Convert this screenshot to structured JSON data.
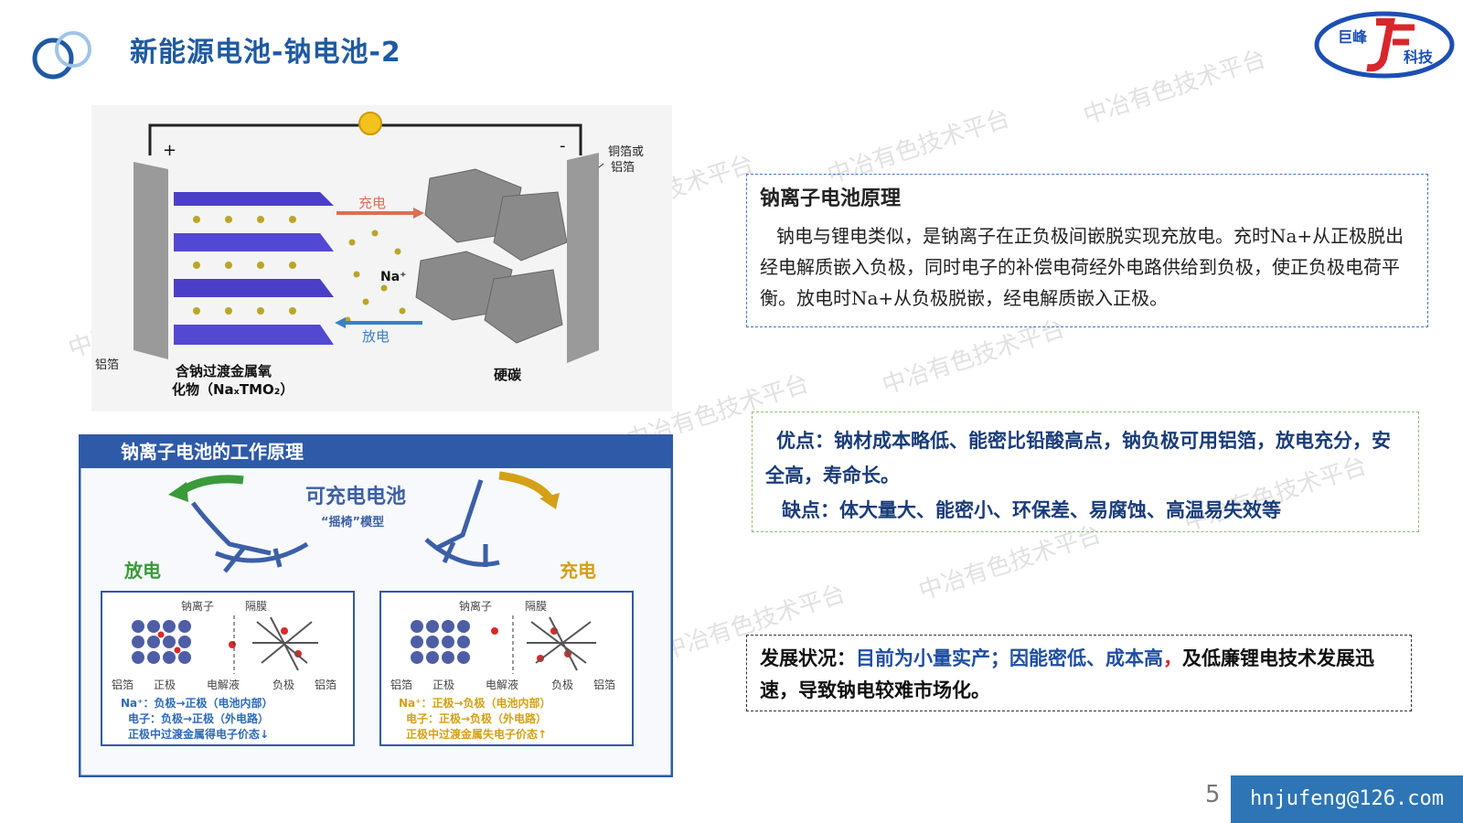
{
  "header": {
    "title": "新能源电池-钠电池-2",
    "logo_text_1": "巨峰",
    "logo_text_2": "科技",
    "logo_initials": "JF"
  },
  "watermark": "中冶有色技术平台",
  "diagram1": {
    "plus": "+",
    "minus": "-",
    "foil_right": "铜箔或",
    "foil_right_2": "铝箔",
    "charge": "充电",
    "discharge": "放电",
    "ion": "Na⁺",
    "foil_left": "铝箔",
    "cathode_1": "含钠过渡金属氧",
    "cathode_2": "化物（NaₓTMO₂）",
    "anode": "硬碳"
  },
  "diagram2": {
    "title": "钠离子电池的工作原理",
    "center_title": "可充电电池",
    "center_sub": "“摇椅”模型",
    "discharge": "放电",
    "charge": "充电",
    "left_panel": {
      "ion_label": "钠离子",
      "sep_label": "隔膜",
      "bottom_labels": [
        "铝箔",
        "正极",
        "电解液",
        "负极",
        "铝箔"
      ],
      "line1": "Na⁺：负极→正极（电池内部）",
      "line2": "电子：负极→正极（外电路）",
      "line3": "正极中过渡金属得电子价态↓"
    },
    "right_panel": {
      "ion_label": "钠离子",
      "sep_label": "隔膜",
      "bottom_labels": [
        "铝箔",
        "正极",
        "电解液",
        "负极",
        "铝箔"
      ],
      "line1": "Na⁺：正极→负极（电池内部）",
      "line2": "电子：正极→负极（外电路）",
      "line3": "正极中过渡金属失电子价态↑"
    }
  },
  "principle": {
    "heading": "钠离子电池原理",
    "body": "钠电与锂电类似，是钠离子在正负极间嵌脱实现充放电。充时Na+从正极脱出经电解质嵌入负极，同时电子的补偿电荷经外电路供给到负极，使正负极电荷平衡。放电时Na+从负极脱嵌，经电解质嵌入正极。"
  },
  "pros_cons": {
    "pros": "优点：钠材成本略低、能密比铅酸高点，钠负极可用铝箔，放电充分，安全高，寿命长。",
    "cons": "缺点：体大量大、能密小、环保差、易腐蚀、高温易失效等"
  },
  "status": {
    "label": "发展状况：",
    "text1": "目前为小量实产；因能密低、成本高",
    "comma": "，",
    "text2": "及低廉锂电技术发展迅速，导致钠电较难市场化。"
  },
  "footer": {
    "page_number": "5",
    "email": "hnjufeng@126.com"
  },
  "colors": {
    "accent": "#1f5aa0",
    "purple": "#5a4fcf",
    "email_bg": "#2e75b6",
    "discharge_green": "#3a9a3a",
    "charge_gold": "#d4a017"
  }
}
